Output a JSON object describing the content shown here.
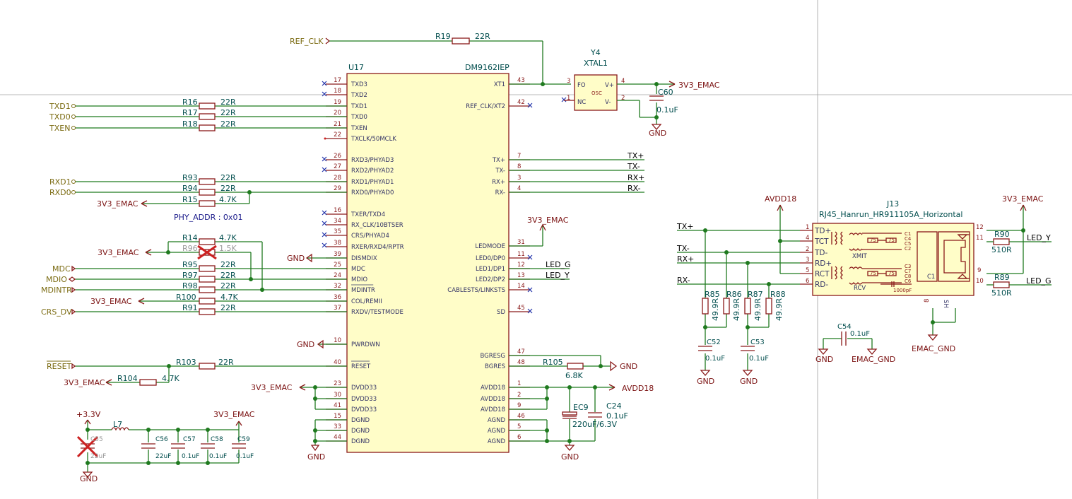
{
  "ic": {
    "ref": "U17",
    "value": "DM9162IEP",
    "left_pins": [
      {
        "num": "17",
        "name": "TXD3"
      },
      {
        "num": "18",
        "name": "TXD2"
      },
      {
        "num": "19",
        "name": "TXD1"
      },
      {
        "num": "20",
        "name": "TXD0"
      },
      {
        "num": "21",
        "name": "TXEN"
      },
      {
        "num": "22",
        "name": "TXCLK/50MCLK"
      },
      {
        "num": "26",
        "name": "RXD3/PHYAD3"
      },
      {
        "num": "27",
        "name": "RXD2/PHYAD2"
      },
      {
        "num": "28",
        "name": "RXD1/PHYAD1"
      },
      {
        "num": "29",
        "name": "RXD0/PHYAD0"
      },
      {
        "num": "16",
        "name": "TXER/TXD4"
      },
      {
        "num": "34",
        "name": "RX_CLK/10BTSER"
      },
      {
        "num": "35",
        "name": "CRS/PHYAD4"
      },
      {
        "num": "38",
        "name": "RXER/RXD4/RPTR"
      },
      {
        "num": "39",
        "name": "DISMDIX"
      },
      {
        "num": "25",
        "name": "MDC"
      },
      {
        "num": "24",
        "name": "MDIO"
      },
      {
        "num": "32",
        "name": "MDINTR"
      },
      {
        "num": "36",
        "name": "COL/REMII"
      },
      {
        "num": "37",
        "name": "RXDV/TESTMODE"
      },
      {
        "num": "10",
        "name": "PWRDWN"
      },
      {
        "num": "40",
        "name": "RESET"
      },
      {
        "num": "23",
        "name": "DVDD33"
      },
      {
        "num": "30",
        "name": "DVDD33"
      },
      {
        "num": "41",
        "name": "DVDD33"
      },
      {
        "num": "15",
        "name": "DGND"
      },
      {
        "num": "33",
        "name": "DGND"
      },
      {
        "num": "44",
        "name": "DGND"
      }
    ],
    "right_pins": [
      {
        "num": "43",
        "name": "XT1"
      },
      {
        "num": "42",
        "name": "REF_CLK/XT2"
      },
      {
        "num": "7",
        "name": "TX+"
      },
      {
        "num": "8",
        "name": "TX-"
      },
      {
        "num": "3",
        "name": "RX+"
      },
      {
        "num": "4",
        "name": "RX-"
      },
      {
        "num": "31",
        "name": "LEDMODE"
      },
      {
        "num": "11",
        "name": "LED0/DP0"
      },
      {
        "num": "12",
        "name": "LED1/DP1"
      },
      {
        "num": "13",
        "name": "LED2/DP2"
      },
      {
        "num": "14",
        "name": "CABLESTS/LINKSTS"
      },
      {
        "num": "45",
        "name": "SD"
      },
      {
        "num": "47",
        "name": "BGRESG"
      },
      {
        "num": "48",
        "name": "BGRES"
      },
      {
        "num": "1",
        "name": "AVDD18"
      },
      {
        "num": "2",
        "name": "AVDD18"
      },
      {
        "num": "9",
        "name": "AVDD18"
      },
      {
        "num": "46",
        "name": "AGND"
      },
      {
        "num": "5",
        "name": "AGND"
      },
      {
        "num": "6",
        "name": "AGND"
      }
    ]
  },
  "resistors": [
    {
      "ref": "R19",
      "value": "22R"
    },
    {
      "ref": "R16",
      "value": "22R"
    },
    {
      "ref": "R17",
      "value": "22R"
    },
    {
      "ref": "R18",
      "value": "22R"
    },
    {
      "ref": "R93",
      "value": "22R"
    },
    {
      "ref": "R94",
      "value": "22R"
    },
    {
      "ref": "R15",
      "value": "4.7K"
    },
    {
      "ref": "R14",
      "value": "4.7K"
    },
    {
      "ref": "R96",
      "value": "1.5K"
    },
    {
      "ref": "R95",
      "value": "22R"
    },
    {
      "ref": "R97",
      "value": "22R"
    },
    {
      "ref": "R98",
      "value": "22R"
    },
    {
      "ref": "R100",
      "value": "4.7K"
    },
    {
      "ref": "R91",
      "value": "22R"
    },
    {
      "ref": "R103",
      "value": "22R"
    },
    {
      "ref": "R104",
      "value": "4.7K"
    },
    {
      "ref": "R105",
      "value": "6.8K"
    },
    {
      "ref": "R85",
      "value": "49.9R"
    },
    {
      "ref": "R86",
      "value": "49.9R"
    },
    {
      "ref": "R87",
      "value": "49.9R"
    },
    {
      "ref": "R88",
      "value": "49.9R"
    },
    {
      "ref": "R90",
      "value": "510R"
    },
    {
      "ref": "R89",
      "value": "510R"
    }
  ],
  "capacitors": [
    {
      "ref": "C60",
      "value": "0.1uF"
    },
    {
      "ref": "C56",
      "value": "22uF"
    },
    {
      "ref": "C57",
      "value": "0.1uF"
    },
    {
      "ref": "C58",
      "value": "0.1uF"
    },
    {
      "ref": "C59",
      "value": "0.1uF"
    },
    {
      "ref": "C55",
      "value": "22uF"
    },
    {
      "ref": "EC9",
      "value": "220uF/6.3V"
    },
    {
      "ref": "C24",
      "value": "0.1uF"
    },
    {
      "ref": "C52",
      "value": "0.1uF"
    },
    {
      "ref": "C53",
      "value": "0.1uF"
    },
    {
      "ref": "C54",
      "value": "0.1uF"
    }
  ],
  "inductor": {
    "ref": "L7"
  },
  "crystal": {
    "ref": "Y4",
    "value": "XTAL1",
    "pins": [
      "FO",
      "V+",
      "NC",
      "V-",
      "OSC"
    ],
    "pin_nums": [
      "3",
      "4",
      "1",
      "2"
    ]
  },
  "connector": {
    "ref": "J13",
    "value": "RJ45_Hanrun_HR911105A_Horizontal",
    "pins": [
      {
        "num": "1",
        "name": "TD+"
      },
      {
        "num": "4",
        "name": "TCT"
      },
      {
        "num": "2",
        "name": "TD-"
      },
      {
        "num": "3",
        "name": "RD+"
      },
      {
        "num": "5",
        "name": "RCT"
      },
      {
        "num": "6",
        "name": "RD-"
      }
    ],
    "right_nums": [
      "12",
      "11",
      "9",
      "10"
    ],
    "bottom_nums": [
      "8"
    ],
    "inner": [
      "C1",
      "C4",
      "C5",
      "C2",
      "C3",
      "C7",
      "C8",
      "C6",
      "XMIT",
      "RCV",
      "C1",
      "1000pF",
      "SH",
      "75",
      "75",
      "75",
      "75"
    ]
  },
  "power": {
    "v3_emac": "3V3_EMAC",
    "gnd": "GND",
    "avdd18": "AVDD18",
    "p3v3": "+3.3V",
    "emac_gnd": "EMAC_GND"
  },
  "global_labels": {
    "ref_clk": "REF_CLK",
    "txd1": "TXD1",
    "txd0": "TXD0",
    "txen": "TXEN",
    "rxd1": "RXD1",
    "rxd0": "RXD0",
    "mdc": "MDC",
    "mdio": "MDIO",
    "mdintr": "MDINTR",
    "crs_dv": "CRS_DV",
    "reset": "RESET"
  },
  "net_labels": {
    "txp": "TX+",
    "txn": "TX-",
    "rxp": "RX+",
    "rxn": "RX-",
    "led_g": "LED_G",
    "led_y": "LED_Y"
  },
  "note": "PHY_ADDR : 0x01"
}
